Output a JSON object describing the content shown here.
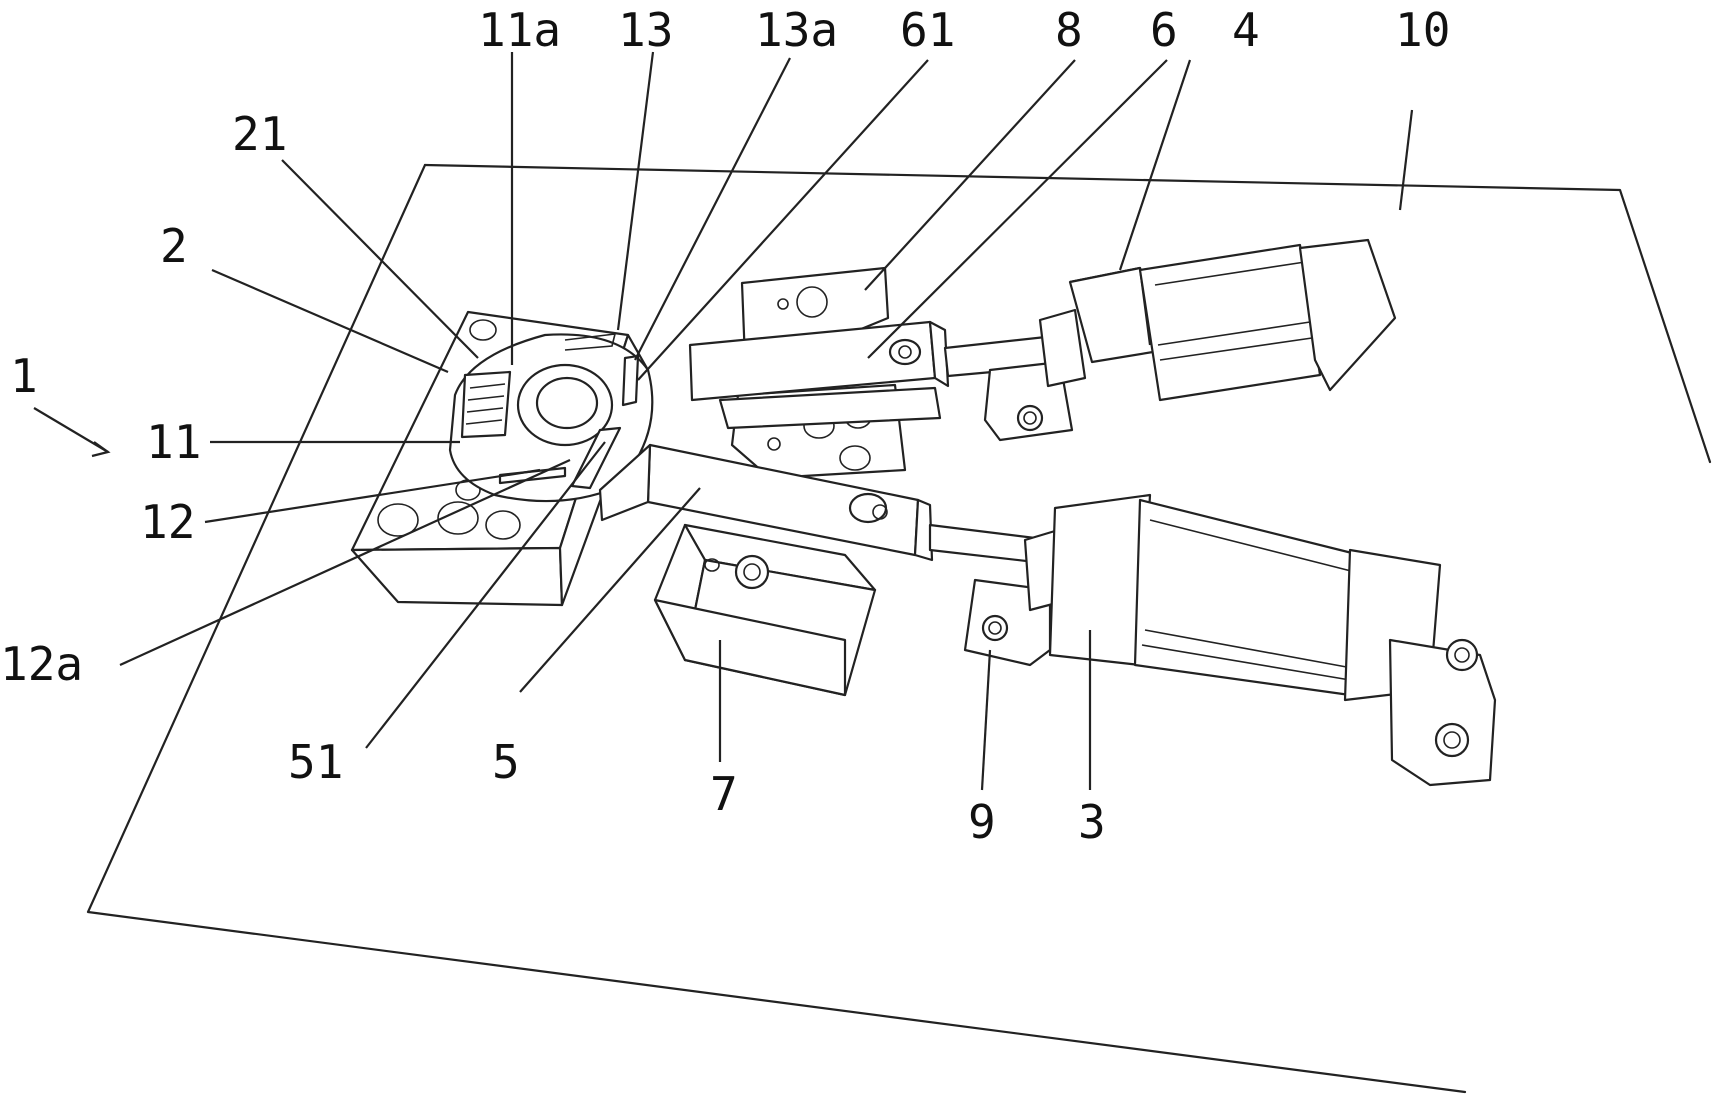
{
  "labels": {
    "l1": "1",
    "l2": "2",
    "l21": "21",
    "l11": "11",
    "l11a": "11a",
    "l12": "12",
    "l12a": "12a",
    "l13": "13",
    "l13a": "13a",
    "l61": "61",
    "l8": "8",
    "l6": "6",
    "l4": "4",
    "l10": "10",
    "l51": "51",
    "l5": "5",
    "l7": "7",
    "l9": "9",
    "l3": "3"
  },
  "colors": {
    "ink": "#222222",
    "background": "#ffffff"
  }
}
